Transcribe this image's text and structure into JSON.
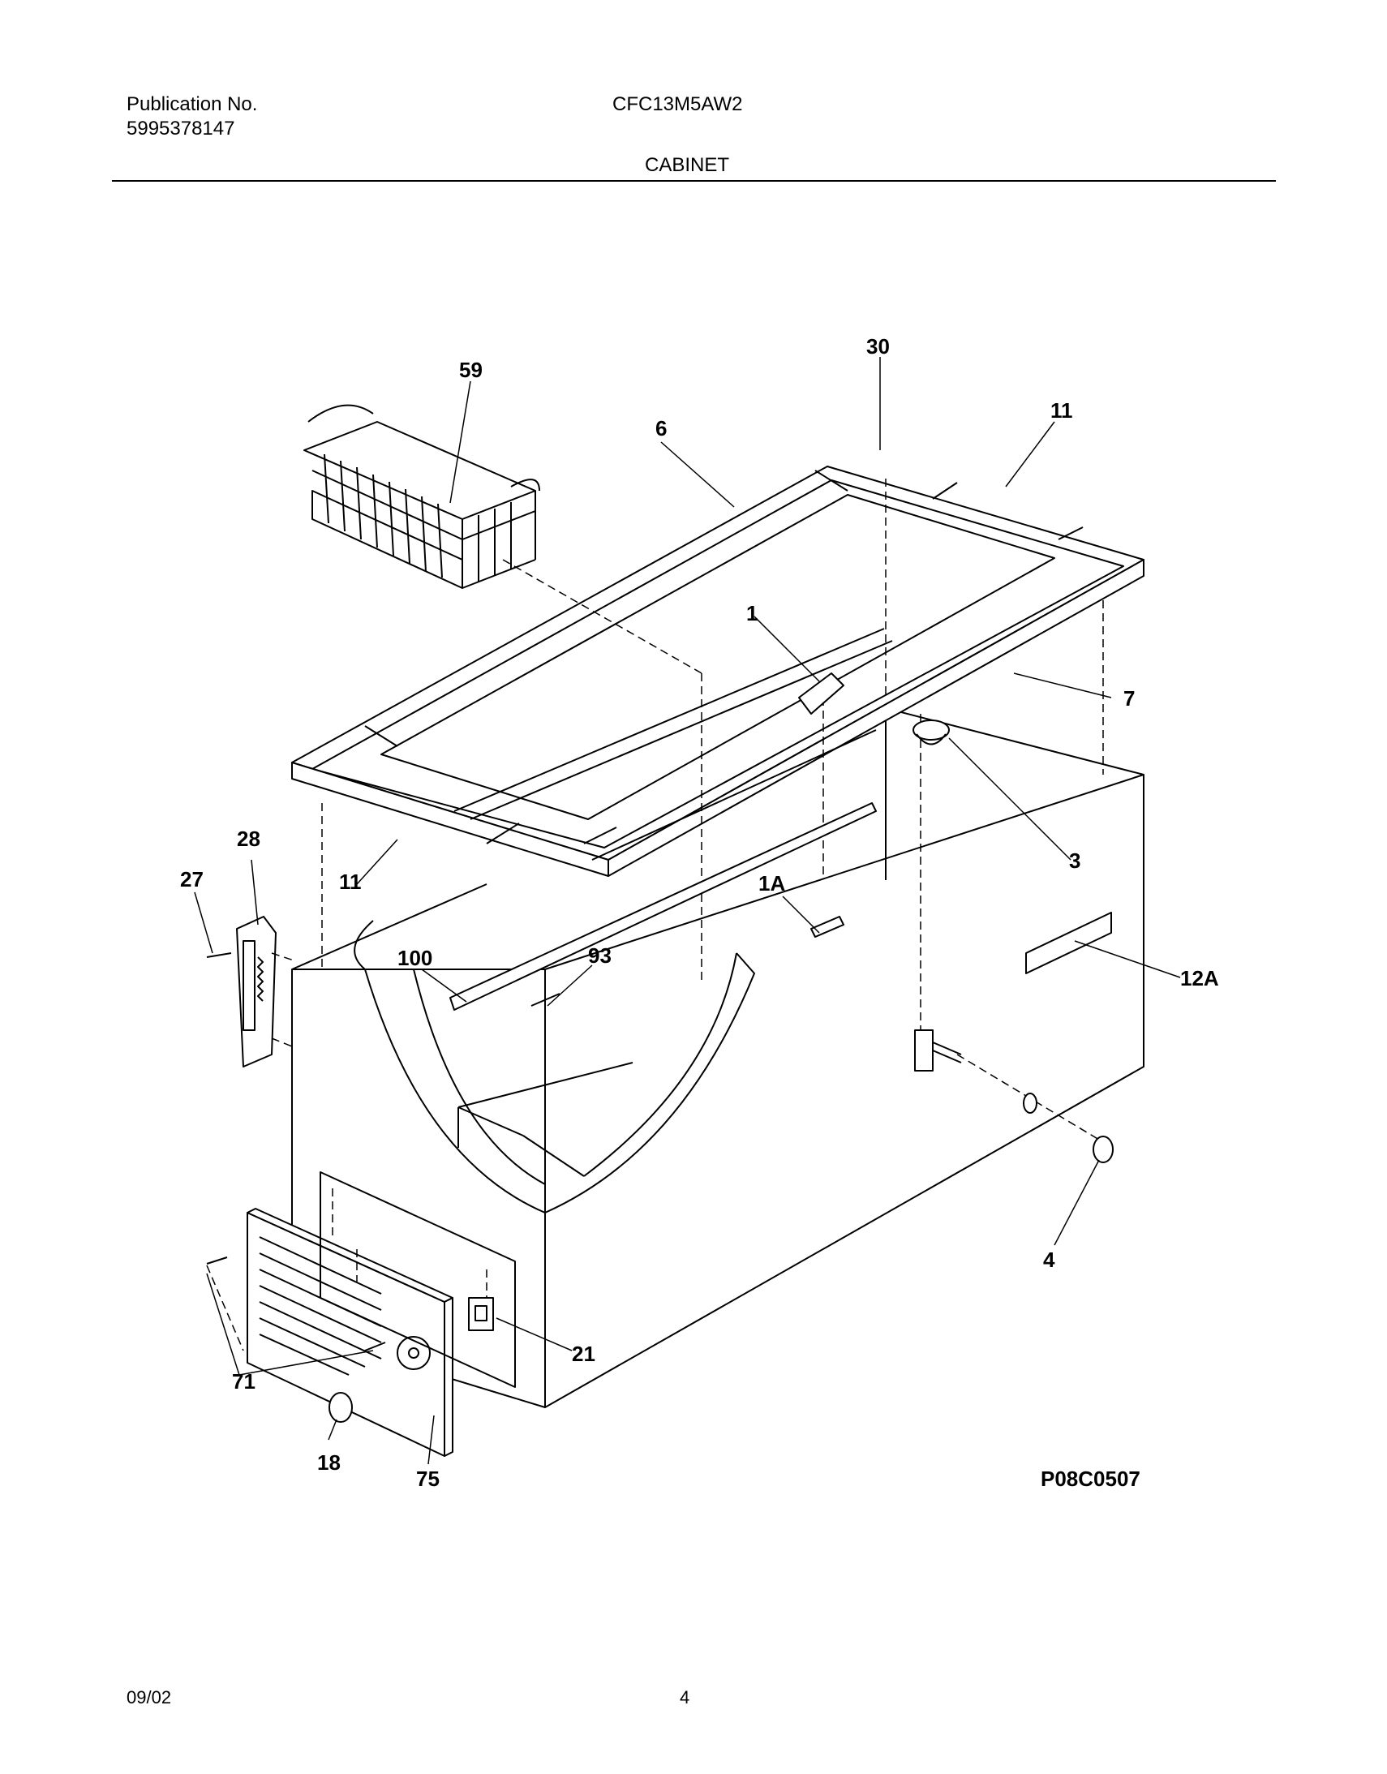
{
  "header": {
    "publication_label": "Publication No.",
    "publication_number": "5995378147",
    "model": "CFC13M5AW2",
    "section": "CABINET"
  },
  "diagram": {
    "drawing_code": "P08C0507",
    "callouts": [
      "59",
      "30",
      "6",
      "11",
      "1",
      "7",
      "3",
      "28",
      "27",
      "11",
      "1A",
      "100",
      "93",
      "12A",
      "4",
      "21",
      "71",
      "18",
      "75"
    ]
  },
  "footer": {
    "date": "09/02",
    "page": "4"
  }
}
